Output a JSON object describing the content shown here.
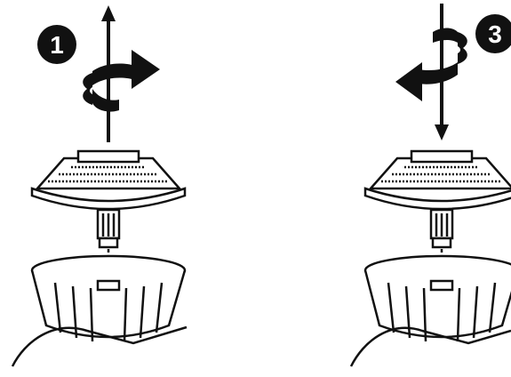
{
  "steps": [
    {
      "number": "1",
      "axial_direction": "up",
      "rotation": "clockwise",
      "badge_color": "#111111"
    },
    {
      "number": "3",
      "axial_direction": "down",
      "rotation": "counterclockwise",
      "badge_color": "#111111"
    }
  ],
  "icons": [
    "step-badge-icon",
    "rotate-arrow-icon",
    "axis-arrow-icon",
    "solar-light-cap-icon",
    "light-base-cup-icon",
    "hand-icon"
  ],
  "colors": {
    "line": "#111111",
    "background": "#ffffff"
  }
}
